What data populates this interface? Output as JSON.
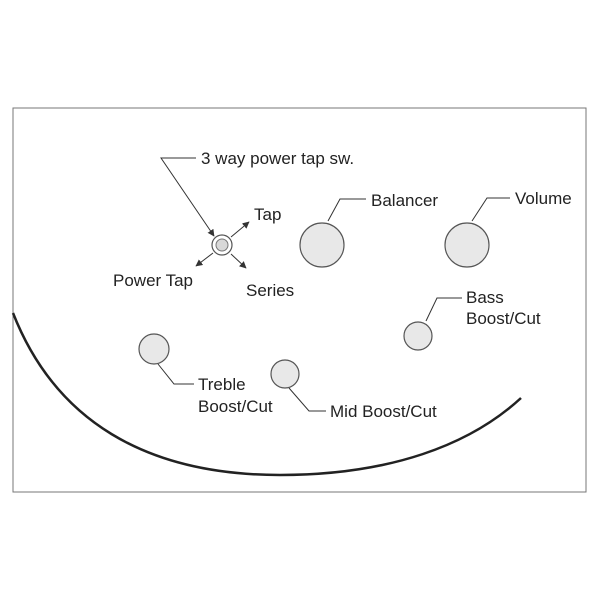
{
  "labels": {
    "power_tap_switch": "3 way power tap sw.",
    "tap": "Tap",
    "power_tap": "Power Tap",
    "series": "Series",
    "balancer": "Balancer",
    "volume": "Volume",
    "bass_line1": "Bass",
    "bass_line2": "Boost/Cut",
    "treble_line1": "Treble",
    "treble_line2": "Boost/Cut",
    "mid": "Mid Boost/Cut"
  },
  "colors": {
    "knob_fill": "#e8e8e8",
    "knob_stroke": "#555555",
    "line": "#222222",
    "text": "#222222"
  }
}
